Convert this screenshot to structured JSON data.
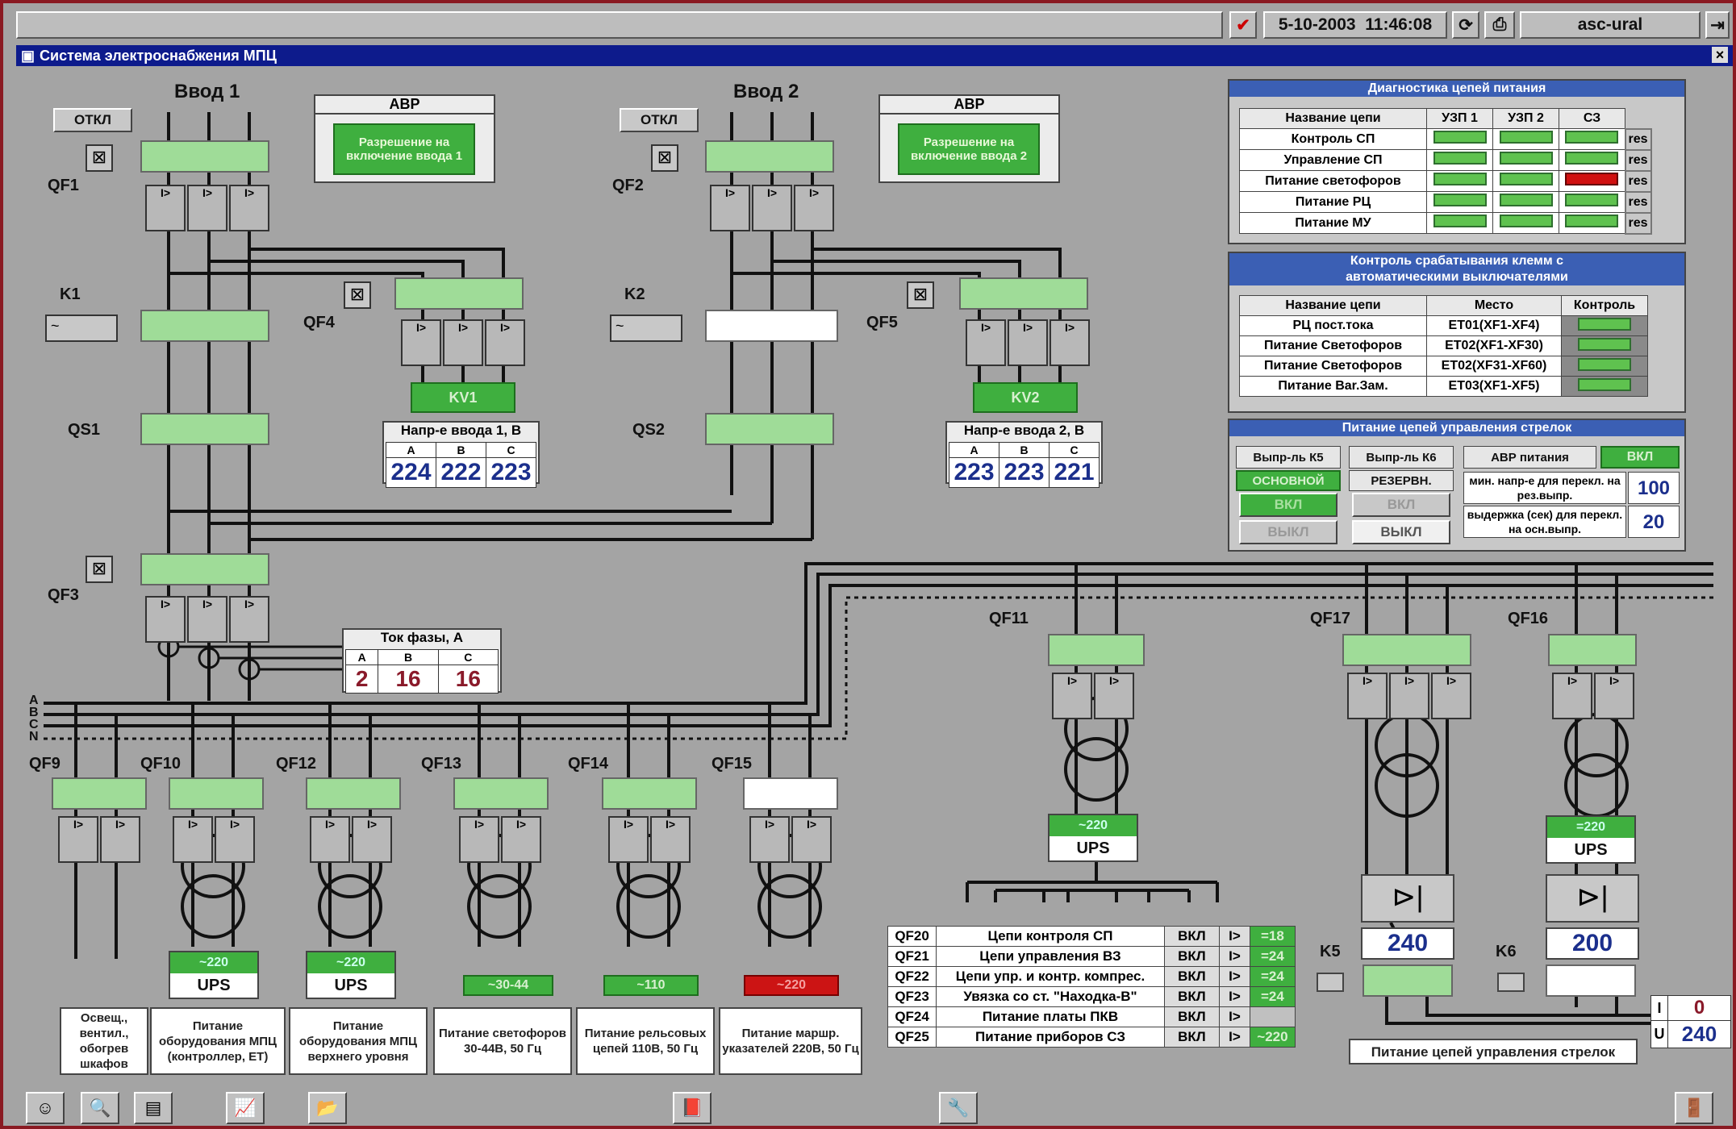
{
  "toolbar": {
    "date": "5-10-2003",
    "time": "11:46:08",
    "user": "asc-ural"
  },
  "window": {
    "title": "Система электроснабжения МПЦ",
    "close": "×"
  },
  "inputs": {
    "vvod1": {
      "title": "Ввод 1",
      "off": "ОТКЛ",
      "qf": "QF1",
      "k": "K1",
      "qf_kv": "QF4",
      "kv": "KV1",
      "qs": "QS1",
      "qf_main": "QF3",
      "avr_title": "АВР",
      "avr_text": "Разрешение на включение ввода 1",
      "volt_title": "Напр-е ввода 1, В",
      "phases": [
        "A",
        "B",
        "C"
      ],
      "volts": [
        "224",
        "222",
        "223"
      ]
    },
    "vvod2": {
      "title": "Ввод 2",
      "off": "ОТКЛ",
      "qf": "QF2",
      "k": "K2",
      "qf_kv": "QF5",
      "kv": "KV2",
      "qs": "QS2",
      "avr_title": "АВР",
      "avr_text": "Разрешение на включение ввода 2",
      "volt_title": "Напр-е ввода 2, В",
      "phases": [
        "A",
        "B",
        "C"
      ],
      "volts": [
        "223",
        "223",
        "221"
      ]
    }
  },
  "current": {
    "title": "Ток фазы, А",
    "phases": [
      "A",
      "B",
      "C"
    ],
    "values": [
      "2",
      "16",
      "16"
    ]
  },
  "bus_labels": [
    "A",
    "B",
    "C",
    "N"
  ],
  "breaker_mark": "I>",
  "diag": {
    "title": "Диагностика цепей питания",
    "headers": [
      "Название цепи",
      "УЗП 1",
      "УЗП 2",
      "СЗ"
    ],
    "res": "res",
    "rows": [
      {
        "name": "Контроль СП",
        "status": [
          "ok",
          "ok",
          "ok"
        ]
      },
      {
        "name": "Управление СП",
        "status": [
          "ok",
          "ok",
          "ok"
        ]
      },
      {
        "name": "Питание светофоров",
        "status": [
          "ok",
          "ok",
          "fault"
        ]
      },
      {
        "name": "Питание РЦ",
        "status": [
          "ok",
          "ok",
          "ok"
        ]
      },
      {
        "name": "Питание МУ",
        "status": [
          "ok",
          "ok",
          "ok"
        ]
      }
    ]
  },
  "clamp": {
    "title": "Контроль срабатывания клемм с автоматическими выключателями",
    "headers": [
      "Название цепи",
      "Место",
      "Контроль"
    ],
    "rows": [
      {
        "name": "РЦ пост.тока",
        "place": "ET01(XF1-XF4)"
      },
      {
        "name": "Питание Светофоров",
        "place": "ET02(XF1-XF30)"
      },
      {
        "name": "Питание Светофоров",
        "place": "ET02(XF31-XF60)"
      },
      {
        "name": "Питание Bar.Зам.",
        "place": "ET03(XF1-XF5)"
      }
    ]
  },
  "switch_ctrl": {
    "title": "Питание цепей управления стрелок",
    "k5": {
      "label": "Выпр-ль К5",
      "mode": "ОСНОВНОЙ",
      "on": "ВКЛ",
      "off": "ВЫКЛ"
    },
    "k6": {
      "label": "Выпр-ль К6",
      "mode": "РЕЗЕРВН.",
      "on": "ВКЛ",
      "off": "ВЫКЛ"
    },
    "avr": {
      "label": "АВР питания",
      "state": "ВКЛ"
    },
    "min_volt_label": "мин. напр-е для перекл. на рез.выпр.",
    "min_volt": "100",
    "delay_label": "выдержка (сек) для перекл. на осн.выпр.",
    "delay": "20"
  },
  "feeders": [
    {
      "qf": "QF9",
      "caption": "Освещ., вентил., обогрев шкафов"
    },
    {
      "qf": "QF10",
      "ups_v": "~220",
      "ups": "UPS",
      "caption": "Питание оборудования МПЦ (контроллер, ЕТ)"
    },
    {
      "qf": "QF12",
      "ups_v": "~220",
      "ups": "UPS",
      "caption": "Питание оборудования МПЦ верхнего уровня"
    },
    {
      "qf": "QF13",
      "out_v": "~30-44",
      "caption": "Питание светофоров 30-44В, 50 Гц"
    },
    {
      "qf": "QF14",
      "out_v": "~110",
      "caption": "Питание рельсовых цепей 110В, 50 Гц"
    },
    {
      "qf": "QF15",
      "out_v": "~220",
      "caption": "Питание маршр. указателей 220В, 50 Гц"
    }
  ],
  "right_feeders": {
    "qf11": {
      "qf": "QF11",
      "ups_v": "~220",
      "ups": "UPS"
    },
    "qf17": {
      "qf": "QF17",
      "value": "240",
      "k": "K5"
    },
    "qf16": {
      "qf": "QF16",
      "ups_v": "=220",
      "ups": "UPS",
      "value": "200",
      "k": "K6"
    }
  },
  "circuits": {
    "rows": [
      {
        "qf": "QF20",
        "name": "Цепи контроля СП",
        "state": "ВКЛ",
        "v": "=18"
      },
      {
        "qf": "QF21",
        "name": "Цепи управления ВЗ",
        "state": "ВКЛ",
        "v": "=24"
      },
      {
        "qf": "QF22",
        "name": "Цепи упр. и контр. компрес.",
        "state": "ВКЛ",
        "v": "=24"
      },
      {
        "qf": "QF23",
        "name": "Увязка со ст. \"Находка-В\"",
        "state": "ВКЛ",
        "v": "=24"
      },
      {
        "qf": "QF24",
        "name": "Питание платы ПКВ",
        "state": "ВКЛ",
        "v": ""
      },
      {
        "qf": "QF25",
        "name": "Питание приборов СЗ",
        "state": "ВКЛ",
        "v": "~220"
      }
    ]
  },
  "iu": {
    "i_label": "I",
    "i": "0",
    "u_label": "U",
    "u": "240",
    "caption": "Питание цепей управления стрелок"
  },
  "colors": {
    "ok": "#5fc24f",
    "fault": "#d01010",
    "bg": "#a4a4a4",
    "title": "#0d1b8c"
  }
}
